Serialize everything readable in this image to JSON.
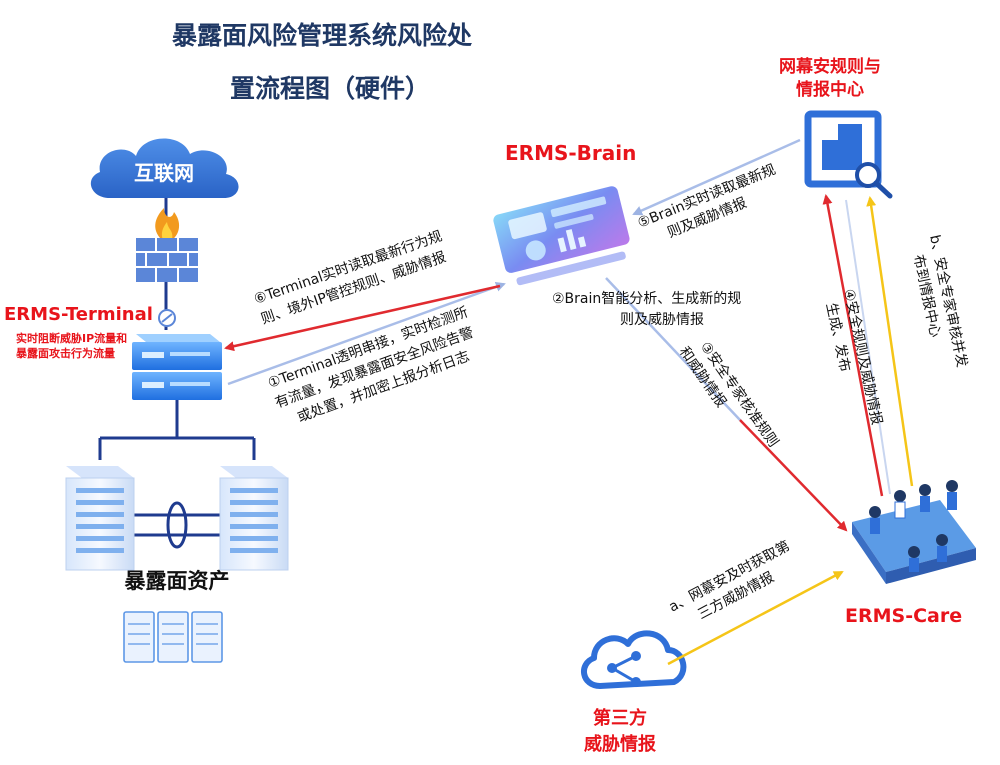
{
  "title": {
    "line1": "暴露面风险管理系统风险处",
    "line2": "置流程图（硬件）"
  },
  "nodes": {
    "internet": "互联网",
    "terminal": "ERMS-Terminal",
    "terminal_desc_1": "实时阻断威胁IP流量和",
    "terminal_desc_2": "暴露面攻击行为流量",
    "brain": "ERMS-Brain",
    "intel_center_1": "网幕安规则与",
    "intel_center_2": "情报中心",
    "care": "ERMS-Care",
    "third_party_1": "第三方",
    "third_party_2": "威胁情报",
    "assets": "暴露面资产"
  },
  "steps": {
    "s1": [
      "①Terminal透明串接，实时检测所",
      "有流量，发现暴露面安全风险告警",
      "或处置，并加密上报分析日志"
    ],
    "s2": [
      "②Brain智能分析、生成新的规",
      "则及威胁情报"
    ],
    "s3": [
      "③安全专家核准规则",
      "和威胁情报"
    ],
    "s4": [
      "④安全规则及威胁情报",
      "生成、发布"
    ],
    "s5": [
      "⑤Brain实时读取最新规",
      "则及威胁情报"
    ],
    "s6": [
      "⑥Terminal实时读取最新行为规",
      "则、境外IP管控规则、威胁情报"
    ],
    "sa": [
      "a、网慕安及时获取第",
      "三方威胁情报"
    ],
    "sb": [
      "b、安全专家审核并发",
      "布到情报中心"
    ]
  },
  "colors": {
    "title": "#1f3864",
    "label_red": "#e8141b",
    "arrow_red": "#e02a2f",
    "arrow_blue": "#a9bde8",
    "arrow_yellow": "#f5c518",
    "device_blue": "#2f80ed"
  }
}
